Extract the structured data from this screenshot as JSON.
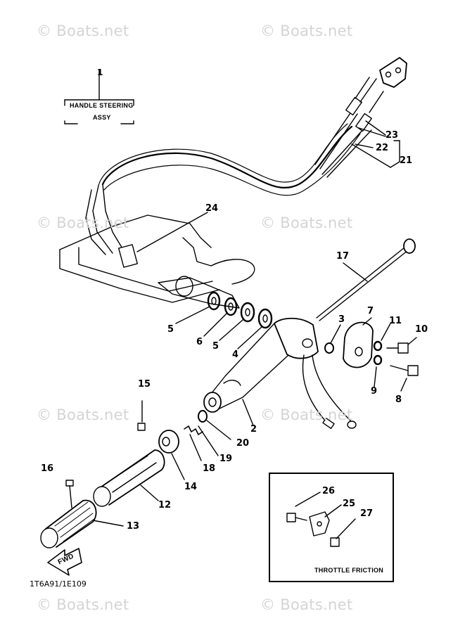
{
  "watermark": "© Boats.net",
  "assembly_label": {
    "line1": "HANDLE STEERING",
    "line2": "ASSY",
    "number": "1"
  },
  "part_numbers": {
    "p2": "2",
    "p3": "3",
    "p4": "4",
    "p5a": "5",
    "p5b": "5",
    "p6": "6",
    "p7": "7",
    "p8": "8",
    "p9": "9",
    "p10": "10",
    "p11": "11",
    "p12": "12",
    "p13": "13",
    "p14": "14",
    "p15": "15",
    "p16": "16",
    "p17": "17",
    "p18": "18",
    "p19": "19",
    "p20": "20",
    "p21": "21",
    "p22": "22",
    "p23": "23",
    "p24": "24",
    "p25": "25",
    "p26": "26",
    "p27": "27"
  },
  "inset_title": "THROTTLE FRICTION",
  "fwd_label": "FWD",
  "diagram_code": "1T6A91/1E109"
}
